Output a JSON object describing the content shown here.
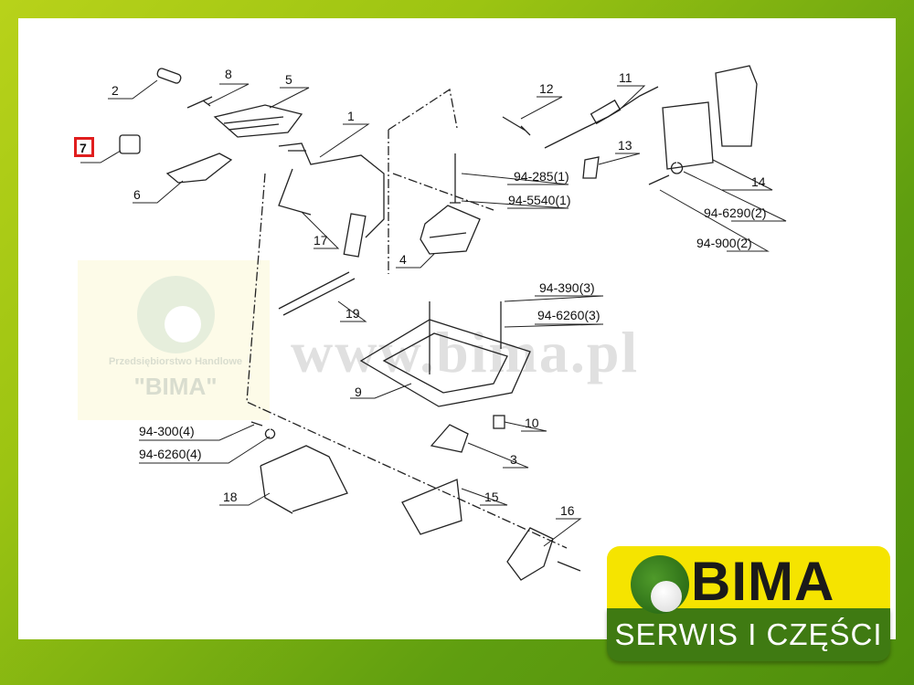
{
  "diagram": {
    "labels": [
      {
        "id": "2",
        "text": "2"
      },
      {
        "id": "8",
        "text": "8"
      },
      {
        "id": "5",
        "text": "5"
      },
      {
        "id": "1",
        "text": "1"
      },
      {
        "id": "7",
        "text": "7"
      },
      {
        "id": "6",
        "text": "6"
      },
      {
        "id": "17",
        "text": "17"
      },
      {
        "id": "4",
        "text": "4"
      },
      {
        "id": "12",
        "text": "12"
      },
      {
        "id": "11",
        "text": "11"
      },
      {
        "id": "13",
        "text": "13"
      },
      {
        "id": "14",
        "text": "14"
      },
      {
        "id": "94-285",
        "text": "94-285(1)"
      },
      {
        "id": "94-5540",
        "text": "94-5540(1)"
      },
      {
        "id": "94-6290",
        "text": "94-6290(2)"
      },
      {
        "id": "94-900",
        "text": "94-900(2)"
      },
      {
        "id": "19",
        "text": "19"
      },
      {
        "id": "94-390",
        "text": "94-390(3)"
      },
      {
        "id": "94-6260-3",
        "text": "94-6260(3)"
      },
      {
        "id": "9",
        "text": "9"
      },
      {
        "id": "10",
        "text": "10"
      },
      {
        "id": "94-300",
        "text": "94-300(4)"
      },
      {
        "id": "94-6260-4",
        "text": "94-6260(4)"
      },
      {
        "id": "3",
        "text": "3"
      },
      {
        "id": "18",
        "text": "18"
      },
      {
        "id": "15",
        "text": "15"
      },
      {
        "id": "16",
        "text": "16"
      }
    ],
    "highlight_color": "#e01e1e"
  },
  "watermark": {
    "company": "Przedsiębiorstwo Handlowe",
    "name": "\"BIMA\"",
    "url": "www.bima.pl"
  },
  "logo": {
    "name": "BIMA",
    "tagline": "SERWIS I CZĘŚCI"
  }
}
